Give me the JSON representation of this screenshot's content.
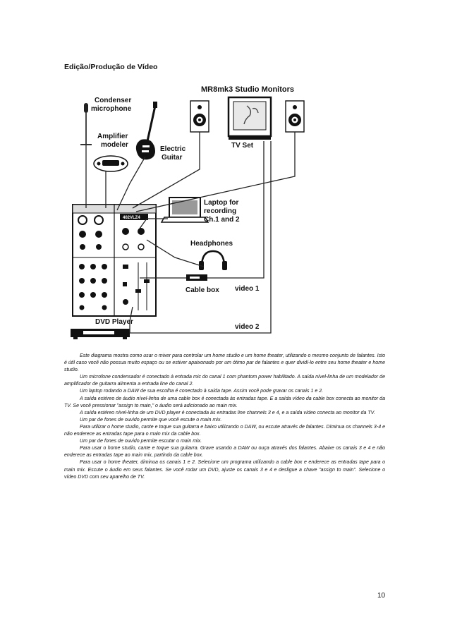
{
  "page": {
    "heading": "Edição/Produção de Vídeo",
    "page_number": "10"
  },
  "diagram": {
    "monitors_label": "MR8mk3 Studio Monitors",
    "condenser_label_1": "Condenser",
    "condenser_label_2": "microphone",
    "amp_label_1": "Amplifier",
    "amp_label_2": "modeler",
    "guitar_label_1": "Electric",
    "guitar_label_2": "Guitar",
    "tv_label": "TV Set",
    "laptop_label_1": "Laptop for",
    "laptop_label_2": "recording",
    "laptop_label_3": "Ch.1 and 2",
    "headphones_label": "Headphones",
    "cablebox_label": "Cable box",
    "video1_label": "video 1",
    "dvd_label": "DVD Player",
    "video2_label": "video 2",
    "mixer_badge": "402VLZ4"
  },
  "paragraphs": [
    "Este diagrama mostra como usar o mixer para controlar um home studio e um home theater, utilizando o mesmo conjunto de falantes. Isto é útil caso você não possua muito espaço ou se estiver apaixonado por um ótimo par de falantes e quer dividí-lo entre seu home theater e home studio.",
    "Um microfone condensador é conectado à entrada mic do canal 1 com phantom power habilitado. A saída nível-linha de um modelador de amplificador de guitarra alimenta a entrada line do canal 2.",
    "Um laptop rodando a DAW de sua escolha é conectado à saída tape. Assim você pode gravar os canais 1 e 2.",
    "A saída estéreo de áudio nível-linha de uma cable box é conectada às entradas tape. E a saída vídeo da cable box conecta ao monitor da TV. Se você pressionar \"assign to main,\" o áudio será adicionado ao main mix.",
    "A saída estéreo nível-linha de um DVD player é conectada às entradas line channels 3 e 4, e a saída vídeo conecta ao monitor da TV.",
    "Um par de fones de ouvido permite que você escute o main mix.",
    "Para utilizar o home studio, cante e toque sua guitarra e baixo utilizando o DAW, ou escute através de falantes. Diminua os channels 3-4 e não enderece as entradas tape para o main mix da cable box.",
    "Um par de fones de ouvido permite escutar o main mix.",
    "Para usar o home studio, cante e toque sua guitarra. Grave usando a DAW ou ouça através dos falantes. Abaixe os canais 3 e 4 e não enderece as entradas tape ao main mix, partindo da cable box.",
    "Para usar o home theater, diminua os canais 1 e 2. Selecione um programa utilizando a cable box e enderece as entradas tape para o main mix. Escute o áudio em seus falantes. Se você rodar um DVD, ajuste os canais 3 e 4 e desligue a chave \"assign to main\". Selecione o vídeo DVD com seu aparelho de TV."
  ]
}
